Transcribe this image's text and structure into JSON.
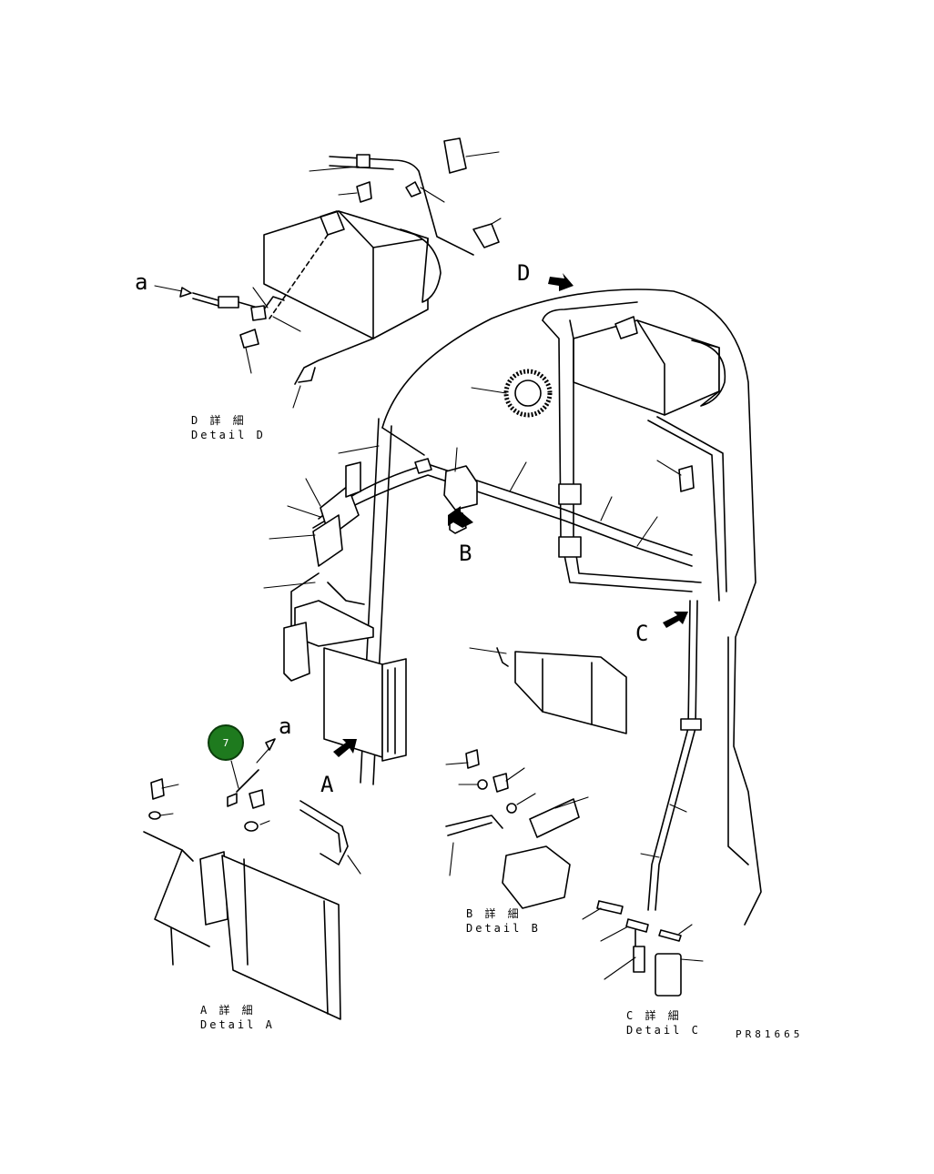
{
  "labels": {
    "a_top": "a",
    "a_bottom": "a",
    "view_d": "D",
    "view_b": "B",
    "view_c": "C",
    "view_a": "A"
  },
  "details": {
    "d_jp": "D 詳 細",
    "d_en": "Detail D",
    "b_jp": "B 詳 細",
    "b_en": "Detail B",
    "a_jp": "A 詳 細",
    "a_en": "Detail A",
    "c_jp": "C 詳 細",
    "c_en": "Detail C"
  },
  "drawing_code": "PR81665",
  "callout": {
    "number": "7",
    "color": "#1e7a1e"
  }
}
